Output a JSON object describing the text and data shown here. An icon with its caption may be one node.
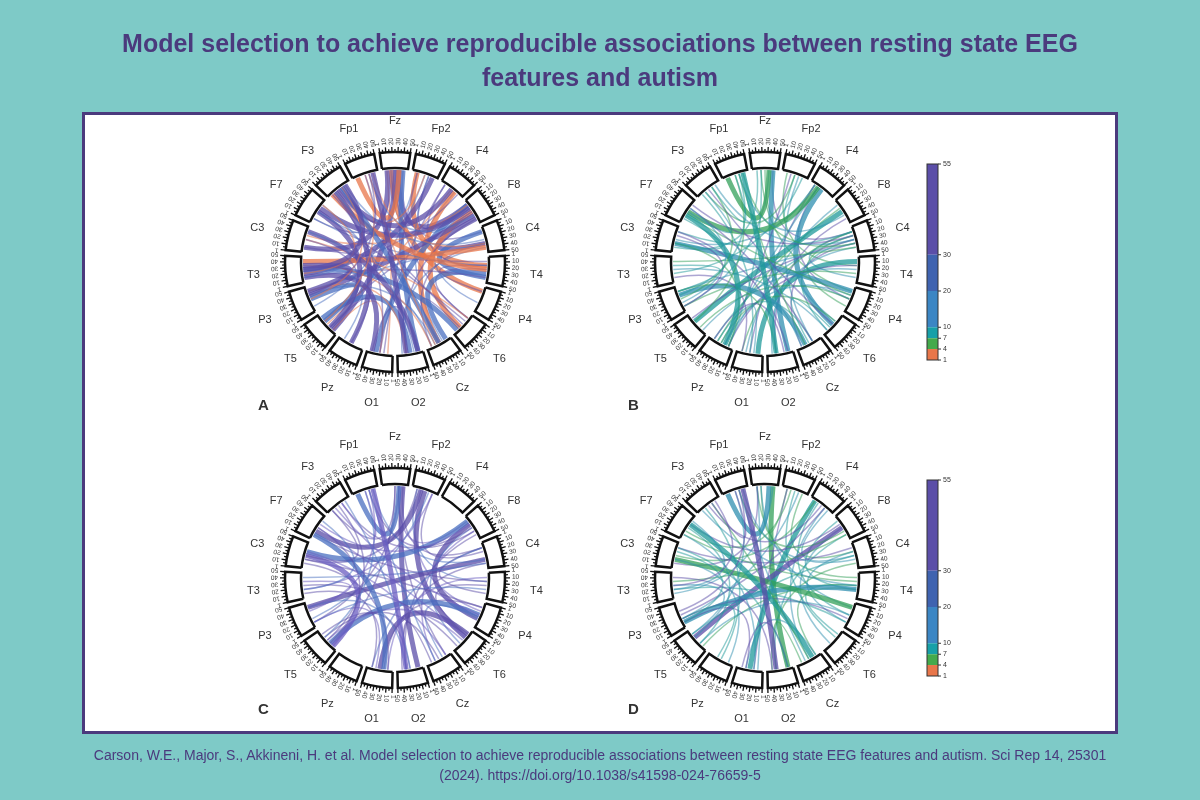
{
  "diagram": {
    "title": "Model selection to achieve reproducible associations between resting state EEG features and autism",
    "caption": "Carson, W.E., Major, S., Akkineni, H. et al. Model selection to achieve reproducible associations between resting state EEG features and autism. Sci Rep 14, 25301 (2024). https://doi.org/10.1038/s41598-024-76659-5",
    "labels": [
      "Fz",
      "Fp2",
      "F4",
      "F8",
      "C4",
      "T4",
      "P4",
      "T6",
      "Cz",
      "O2",
      "O1",
      "Pz",
      "T5",
      "P3",
      "T3",
      "C3",
      "F7",
      "F3",
      "Fp1",
      "1",
      "10",
      "20",
      "30",
      "40",
      "50",
      "1",
      "10",
      "20",
      "30",
      "40",
      "50",
      "1",
      "10",
      "20",
      "30",
      "40",
      "50",
      "1",
      "10",
      "20",
      "30",
      "40",
      "50",
      "1",
      "10",
      "20",
      "30",
      "40",
      "50",
      "1",
      "10",
      "20",
      "30",
      "40",
      "50",
      "1",
      "10",
      "20",
      "30",
      "40",
      "50",
      "1",
      "10",
      "20",
      "30",
      "40",
      "50",
      "1",
      "10",
      "20",
      "30",
      "40",
      "50",
      "1",
      "10",
      "20",
      "30",
      "40",
      "50",
      "1",
      "10",
      "20",
      "30",
      "40",
      "50",
      "1",
      "10",
      "20",
      "30",
      "40",
      "50",
      "1",
      "10",
      "20",
      "30",
      "40",
      "50",
      "1",
      "10",
      "20",
      "30",
      "40",
      "50",
      "1",
      "10",
      "20",
      "30",
      "40",
      "50",
      "1",
      "10",
      "20",
      "30",
      "40",
      "50",
      "1",
      "10",
      "20",
      "30",
      "40",
      "50",
      "1",
      "10",
      "20",
      "30",
      "40",
      "50",
      "1",
      "10",
      "20",
      "30",
      "40",
      "50",
      "A",
      "Fz",
      "Fp2",
      "F4",
      "F8",
      "C4",
      "T4",
      "P4",
      "T6",
      "Cz",
      "O2",
      "O1",
      "Pz",
      "T5",
      "P3",
      "T3",
      "C3",
      "F7",
      "F3",
      "Fp1",
      "1",
      "10",
      "20",
      "30",
      "40",
      "50",
      "1",
      "10",
      "20",
      "30",
      "40",
      "50",
      "1",
      "10",
      "20",
      "30",
      "40",
      "50",
      "1",
      "10",
      "20",
      "30",
      "40",
      "50",
      "1",
      "10",
      "20",
      "30",
      "40",
      "50",
      "1",
      "10",
      "20",
      "30",
      "40",
      "50",
      "1",
      "10",
      "20",
      "30",
      "40",
      "50",
      "1",
      "10",
      "20",
      "30",
      "40",
      "50",
      "1",
      "10",
      "20",
      "30",
      "40",
      "50",
      "1",
      "10",
      "20",
      "30",
      "40",
      "50",
      "1",
      "10",
      "20",
      "30",
      "40",
      "50",
      "1",
      "10",
      "20",
      "30",
      "40",
      "50",
      "1",
      "10",
      "20",
      "30",
      "40",
      "50",
      "1",
      "10",
      "20",
      "30",
      "40",
      "50",
      "1",
      "10",
      "20",
      "30",
      "40",
      "50",
      "1",
      "10",
      "20",
      "30",
      "40",
      "50",
      "1",
      "10",
      "20",
      "30",
      "40",
      "50",
      "1",
      "10",
      "20",
      "30",
      "40",
      "50",
      "1",
      "10",
      "20",
      "30",
      "40",
      "50",
      "55",
      "30",
      "20",
      "10",
      "7",
      "4",
      "1",
      "B",
      "Fz",
      "Fp2",
      "F4",
      "F8",
      "C4",
      "T4",
      "P4",
      "T6",
      "Cz",
      "O2",
      "O1",
      "Pz",
      "T5",
      "P3",
      "T3",
      "C3",
      "F7",
      "F3",
      "Fp1",
      "1",
      "10",
      "20",
      "30",
      "40",
      "50",
      "1",
      "10",
      "20",
      "30",
      "40",
      "50",
      "1",
      "10",
      "20",
      "30",
      "40",
      "50",
      "1",
      "10",
      "20",
      "30",
      "40",
      "50",
      "1",
      "10",
      "20",
      "30",
      "40",
      "50",
      "1",
      "10",
      "20",
      "30",
      "40",
      "50",
      "1",
      "10",
      "20",
      "30",
      "40",
      "50",
      "1",
      "10",
      "20",
      "30",
      "40",
      "50",
      "1",
      "10",
      "20",
      "30",
      "40",
      "50",
      "1",
      "10",
      "20",
      "30",
      "40",
      "50",
      "1",
      "10",
      "20",
      "30",
      "40",
      "50",
      "1",
      "10",
      "20",
      "30",
      "40",
      "50",
      "1",
      "10",
      "20",
      "30",
      "40",
      "50",
      "1",
      "10",
      "20",
      "30",
      "40",
      "50",
      "1",
      "10",
      "20",
      "30",
      "40",
      "50",
      "1",
      "10",
      "20",
      "30",
      "40",
      "50",
      "1",
      "10",
      "20",
      "30",
      "40",
      "50",
      "1",
      "10",
      "20",
      "30",
      "40",
      "50",
      "1",
      "10",
      "20",
      "30",
      "40",
      "50",
      "C",
      "Fz",
      "Fp2",
      "F4",
      "F8",
      "C4",
      "T4",
      "P4",
      "T6",
      "Cz",
      "O2",
      "O1",
      "Pz",
      "T5",
      "P3",
      "T3",
      "C3",
      "F7",
      "F3",
      "Fp1",
      "1",
      "10",
      "20",
      "30",
      "40",
      "50",
      "1",
      "10",
      "20",
      "30",
      "40",
      "50",
      "1",
      "10",
      "20",
      "30",
      "40",
      "50",
      "1",
      "10",
      "20",
      "30",
      "40",
      "50",
      "1",
      "10",
      "20",
      "30",
      "40",
      "50",
      "1",
      "10",
      "20",
      "30",
      "40",
      "50",
      "1",
      "10",
      "20",
      "30",
      "40",
      "50",
      "1",
      "10",
      "20",
      "30",
      "40",
      "50",
      "1",
      "10",
      "20",
      "30",
      "40",
      "50",
      "1",
      "10",
      "20",
      "30",
      "40",
      "50",
      "1",
      "10",
      "20",
      "30",
      "40",
      "50",
      "1",
      "10",
      "20",
      "30",
      "40",
      "50",
      "1",
      "10",
      "20",
      "30",
      "40",
      "50",
      "1",
      "10",
      "20",
      "30",
      "40",
      "50",
      "1",
      "10",
      "20",
      "30",
      "40",
      "50",
      "1",
      "10",
      "20",
      "30",
      "40",
      "50",
      "1",
      "10",
      "20",
      "30",
      "40",
      "50",
      "1",
      "10",
      "20",
      "30",
      "40",
      "50",
      "1",
      "10",
      "20",
      "30",
      "40",
      "50",
      "55",
      "30",
      "20",
      "10",
      "7",
      "4",
      "1",
      "D"
    ]
  }
}
